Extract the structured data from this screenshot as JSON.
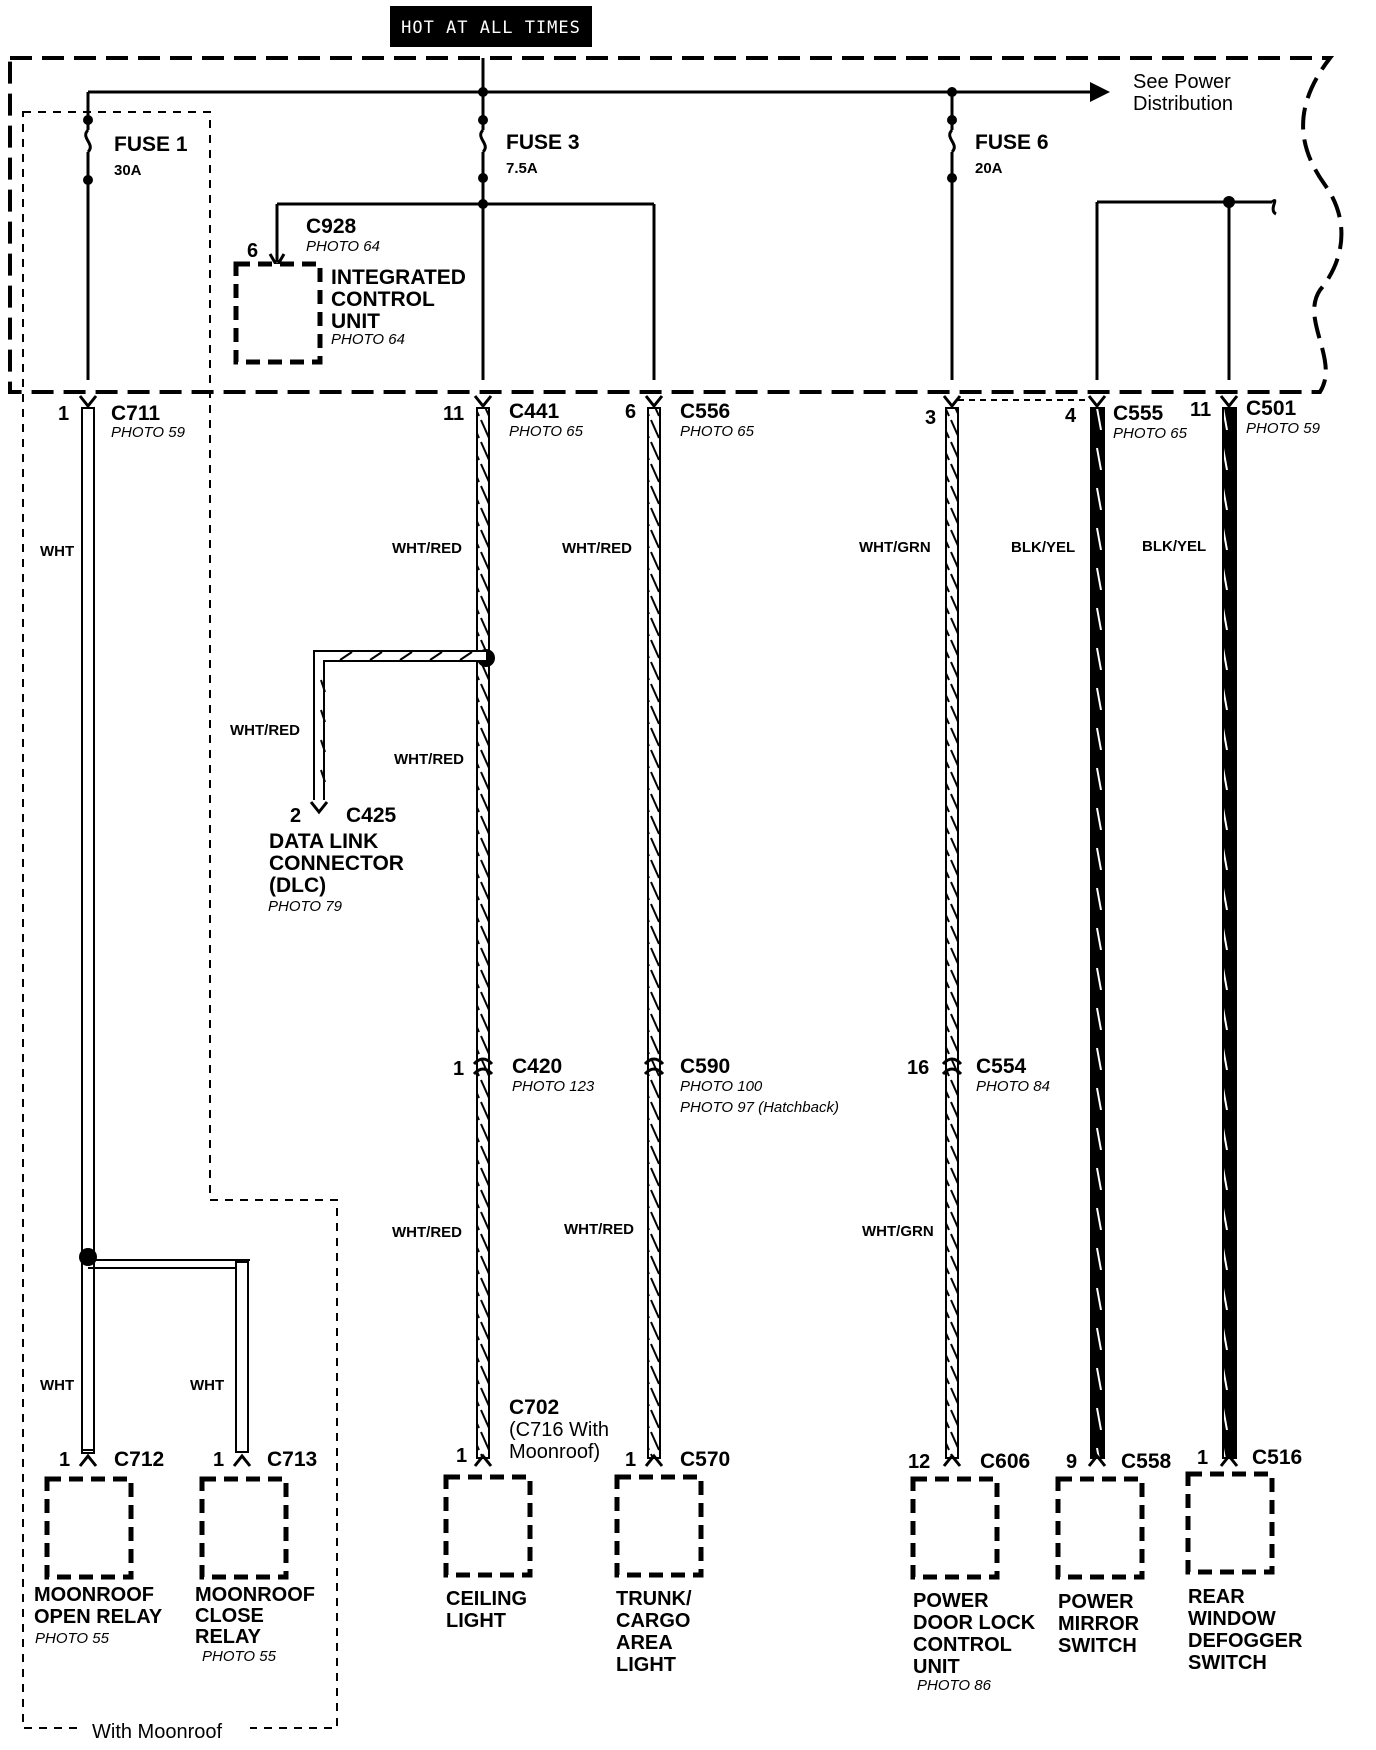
{
  "header": {
    "title": "HOT AT ALL TIMES"
  },
  "see_power": [
    "See Power",
    "Distribution"
  ],
  "fuses": [
    {
      "name": "FUSE 1",
      "rating": "30A"
    },
    {
      "name": "FUSE 3",
      "rating": "7.5A"
    },
    {
      "name": "FUSE 6",
      "rating": "20A"
    }
  ],
  "icu": {
    "connector": "C928",
    "photo": "PHOTO 64",
    "pin": "6",
    "label": [
      "INTEGRATED",
      "CONTROL",
      "UNIT"
    ],
    "label_photo": "PHOTO 64"
  },
  "top_connectors": [
    {
      "pin": "1",
      "name": "C711",
      "photo": "PHOTO 59"
    },
    {
      "pin": "11",
      "name": "C441",
      "photo": "PHOTO 65"
    },
    {
      "pin": "6",
      "name": "C556",
      "photo": "PHOTO 65"
    },
    {
      "pin": "3",
      "name": "",
      "photo": ""
    },
    {
      "pin": "4",
      "name": "C555",
      "photo": "PHOTO 65"
    },
    {
      "pin": "11",
      "name": "C501",
      "photo": "PHOTO 59"
    }
  ],
  "wire_colors": {
    "wht": "WHT",
    "wht_red": "WHT/RED",
    "wht_grn": "WHT/GRN",
    "blk_yel": "BLK/YEL"
  },
  "dlc": {
    "pin": "2",
    "connector": "C425",
    "label": [
      "DATA LINK",
      "CONNECTOR",
      "(DLC)"
    ],
    "photo": "PHOTO 79"
  },
  "mid_connectors": [
    {
      "pin": "1",
      "name": "C420",
      "photo": "PHOTO 123",
      "photo2": ""
    },
    {
      "pin": "",
      "name": "C590",
      "photo": "PHOTO 100",
      "photo2": "PHOTO 97 (Hatchback)"
    },
    {
      "pin": "16",
      "name": "C554",
      "photo": "PHOTO 84",
      "photo2": ""
    }
  ],
  "bottom_connectors": [
    {
      "pin": "1",
      "name": "C712"
    },
    {
      "pin": "1",
      "name": "C713"
    },
    {
      "pin": "1",
      "name": "C702",
      "extra": [
        "(C716 With",
        "Moonroof)"
      ]
    },
    {
      "pin": "1",
      "name": "C570"
    },
    {
      "pin": "12",
      "name": "C606"
    },
    {
      "pin": "9",
      "name": "C558"
    },
    {
      "pin": "1",
      "name": "C516"
    }
  ],
  "components": [
    {
      "label": [
        "MOONROOF",
        "OPEN RELAY"
      ],
      "photo": "PHOTO 55"
    },
    {
      "label": [
        "MOONROOF",
        "CLOSE",
        "RELAY"
      ],
      "photo": "PHOTO 55"
    },
    {
      "label": [
        "CEILING",
        "LIGHT"
      ],
      "photo": ""
    },
    {
      "label": [
        "TRUNK/",
        "CARGO",
        "AREA",
        "LIGHT"
      ],
      "photo": ""
    },
    {
      "label": [
        "POWER",
        "DOOR LOCK",
        "CONTROL",
        "UNIT"
      ],
      "photo": "PHOTO 86"
    },
    {
      "label": [
        "POWER",
        "MIRROR",
        "SWITCH"
      ],
      "photo": ""
    },
    {
      "label": [
        "REAR",
        "WINDOW",
        "DEFOGGER",
        "SWITCH"
      ],
      "photo": ""
    }
  ],
  "moonroof_note": "With Moonroof",
  "colors": {
    "ink": "#000000",
    "paper": "#ffffff"
  }
}
